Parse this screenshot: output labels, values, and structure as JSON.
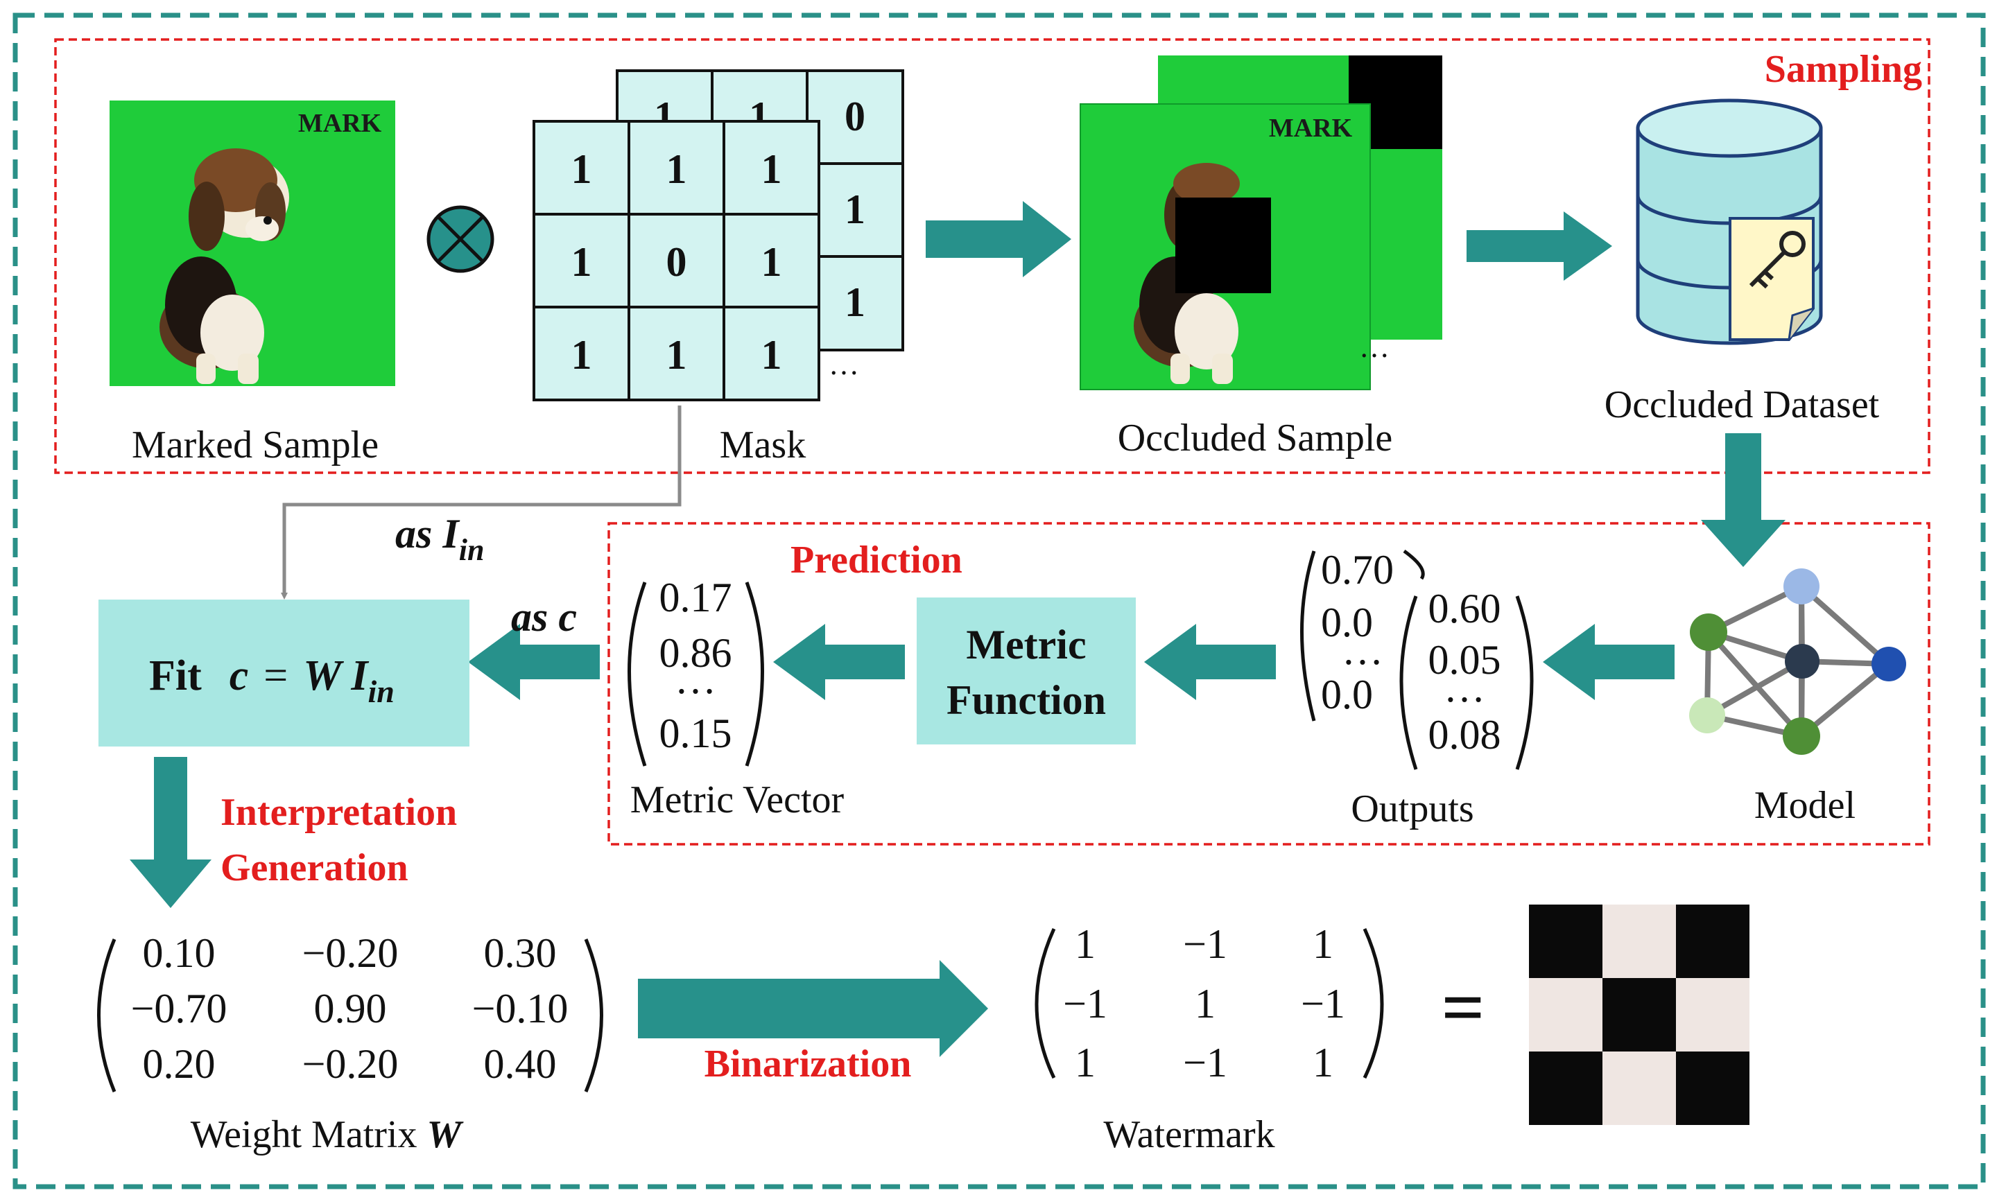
{
  "colors": {
    "teal_arrow": "#27918b",
    "teal_box": "#a8e7e2",
    "mask_cell": "#d3f3f1",
    "green_bg": "#1fcc3a",
    "red_label": "#e31e1e",
    "frame_dash": "#2a9088",
    "model_light_blue": "#9bb8e6",
    "model_dark": "#2b3a4e",
    "model_green": "#4f8f36",
    "model_pale_green": "#c9e8b8",
    "model_blue": "#2050b0",
    "checker_dark": "#0a0a0a",
    "checker_light": "#efe6e2"
  },
  "sampling": {
    "title": "Sampling",
    "marked_sample": {
      "label": "Marked Sample",
      "mark_text": "MARK"
    },
    "combine_op": "⊗",
    "mask": {
      "label": "Mask",
      "front_grid": [
        [
          "1",
          "1",
          "1"
        ],
        [
          "1",
          "0",
          "1"
        ],
        [
          "1",
          "1",
          "1"
        ]
      ],
      "back_visible": [
        "1",
        "1",
        "0",
        "1",
        "1"
      ],
      "ellipsis": "…"
    },
    "occluded_sample": {
      "label": "Occluded Sample",
      "mark_text": "MARK",
      "ellipsis": "…"
    },
    "occluded_dataset": {
      "label": "Occluded Dataset",
      "icon": "key-document-icon"
    }
  },
  "prediction": {
    "title": "Prediction",
    "model": {
      "label": "Model",
      "icon": "neural-network-icon"
    },
    "outputs": {
      "label": "Outputs",
      "back_vector": [
        "0.70",
        "0.0",
        "…",
        "0.0"
      ],
      "front_vector": [
        "0.60",
        "0.05",
        "…",
        "0.08"
      ]
    },
    "metric_function": {
      "line1": "Metric",
      "line2": "Function"
    },
    "metric_vector": {
      "label": "Metric Vector",
      "values": [
        "0.17",
        "0.86",
        "…",
        "0.15"
      ]
    }
  },
  "fit": {
    "text": "Fit",
    "equation_c": "c",
    "equation_eq": "=",
    "equation_W": "W",
    "equation_I": "I",
    "equation_sub": "in",
    "as_c": "as c",
    "as_iin_prefix": "as",
    "as_iin_I": "I",
    "as_iin_sub": "in"
  },
  "interpretation": {
    "line1": "Interpretation",
    "line2": "Generation"
  },
  "weight_matrix": {
    "label_prefix": "Weight Matrix",
    "label_symbol": "W",
    "rows": [
      [
        "0.10",
        "−0.20",
        "0.30"
      ],
      [
        "−0.70",
        "0.90",
        "−0.10"
      ],
      [
        "0.20",
        "−0.20",
        "0.40"
      ]
    ]
  },
  "binarization": {
    "label": "Binarization"
  },
  "watermark": {
    "label": "Watermark",
    "rows": [
      [
        "1",
        "−1",
        "1"
      ],
      [
        "−1",
        "1",
        "−1"
      ],
      [
        "1",
        "−1",
        "1"
      ]
    ],
    "equals": "="
  }
}
